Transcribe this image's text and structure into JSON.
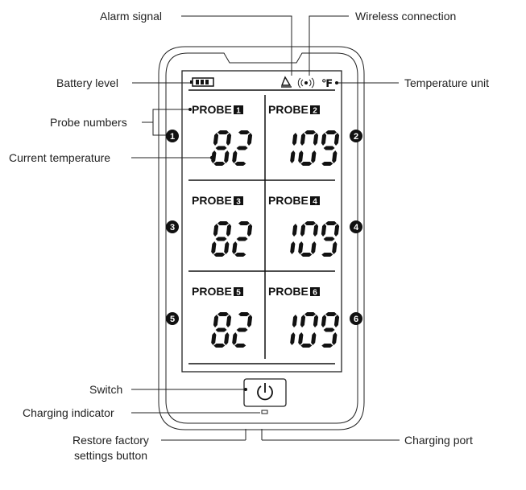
{
  "labels": {
    "alarm_signal": "Alarm signal",
    "wireless_connection": "Wireless connection",
    "battery_level": "Battery level",
    "temperature_unit": "Temperature unit",
    "probe_numbers": "Probe numbers",
    "current_temperature": "Current temperature",
    "switch": "Switch",
    "charging_indicator": "Charging indicator",
    "restore_factory_line1": "Restore factory",
    "restore_factory_line2": "settings button",
    "charging_port": "Charging port"
  },
  "display": {
    "unit": "℉",
    "probes": [
      {
        "label": "PROBE",
        "num": "1",
        "temp": "82"
      },
      {
        "label": "PROBE",
        "num": "2",
        "temp": "109"
      },
      {
        "label": "PROBE",
        "num": "3",
        "temp": "82"
      },
      {
        "label": "PROBE",
        "num": "4",
        "temp": "109"
      },
      {
        "label": "PROBE",
        "num": "5",
        "temp": "82"
      },
      {
        "label": "PROBE",
        "num": "6",
        "temp": "109"
      }
    ]
  },
  "badges": [
    "1",
    "2",
    "3",
    "4",
    "5",
    "6"
  ],
  "icons": {
    "battery": "battery-icon",
    "alarm": "bell-icon",
    "wireless": "wireless-icon",
    "power": "power-icon"
  }
}
